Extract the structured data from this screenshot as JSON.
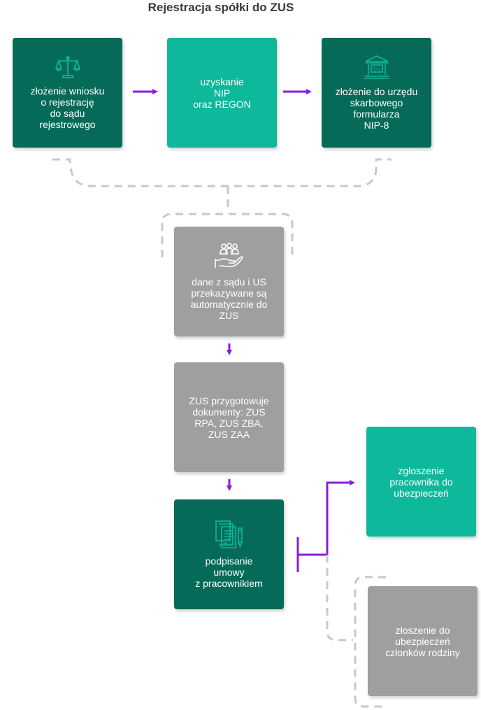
{
  "title": "Rejestracja spółki do ZUS",
  "colors": {
    "dark_green": "#056b58",
    "teal": "#0eb89a",
    "gray": "#9f9f9f",
    "arrow": "#8a1ddd",
    "dashed": "#c8c8c8"
  },
  "steps": {
    "court": {
      "text": "złożenie wniosku\no rejestrację\ndo sądu\nrejestrowego",
      "icon": "scales-icon"
    },
    "nip": {
      "text": "uzyskanie\nNIP\noraz REGON"
    },
    "tax": {
      "text": "złożenie do urzędu\nskarbowego\nformularza\nNIP-8",
      "icon": "tax-office-icon",
      "icon_label": "TAX"
    },
    "auto": {
      "text": "dane z sądu i US\nprzekazywane są\nautomatycznie do\nZUS",
      "icon": "people-in-hand-icon"
    },
    "docs": {
      "text": "ZUS przygotowuje\ndokumenty: ZUS\nRPA, ZUS ZBA,\nZUS ZAA"
    },
    "contract": {
      "text": "podpisanie\numowy\nz pracownikiem",
      "icon": "documents-pen-icon"
    },
    "employee": {
      "text": "zgłoszenie\npracownika do\nubezpieczeń"
    },
    "family": {
      "text": "złoszenie do\nubezpieczeń\nczłonków rodziny"
    }
  }
}
